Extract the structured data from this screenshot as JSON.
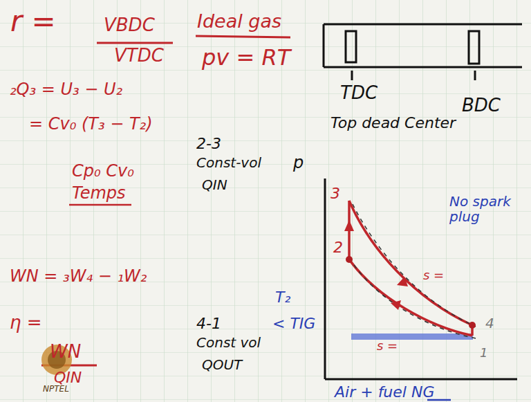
{
  "diagram": {
    "labels": [
      "r =",
      "VBDC",
      "VTDC",
      "Ideal gas",
      "pv = RT",
      "TDC",
      "BDC",
      "Top dead Center",
      "₂Q₃ = U₃ − U₂",
      "= Cv₀ (T₃ − T₂)",
      "Cp₀ Cv₀",
      "Temps",
      "2-3",
      "Const-vol",
      "QIN",
      "p",
      "3",
      "2",
      "4",
      "1",
      "No spark plug",
      "T₂",
      "< TIG",
      "s =",
      "s =",
      "WN = ₃W₄ − ₁W₂",
      "η =",
      "WN",
      "QIN",
      "4-1",
      "Const vol",
      "QOUT",
      "Air + fuel NG",
      "NPTEL"
    ]
  }
}
